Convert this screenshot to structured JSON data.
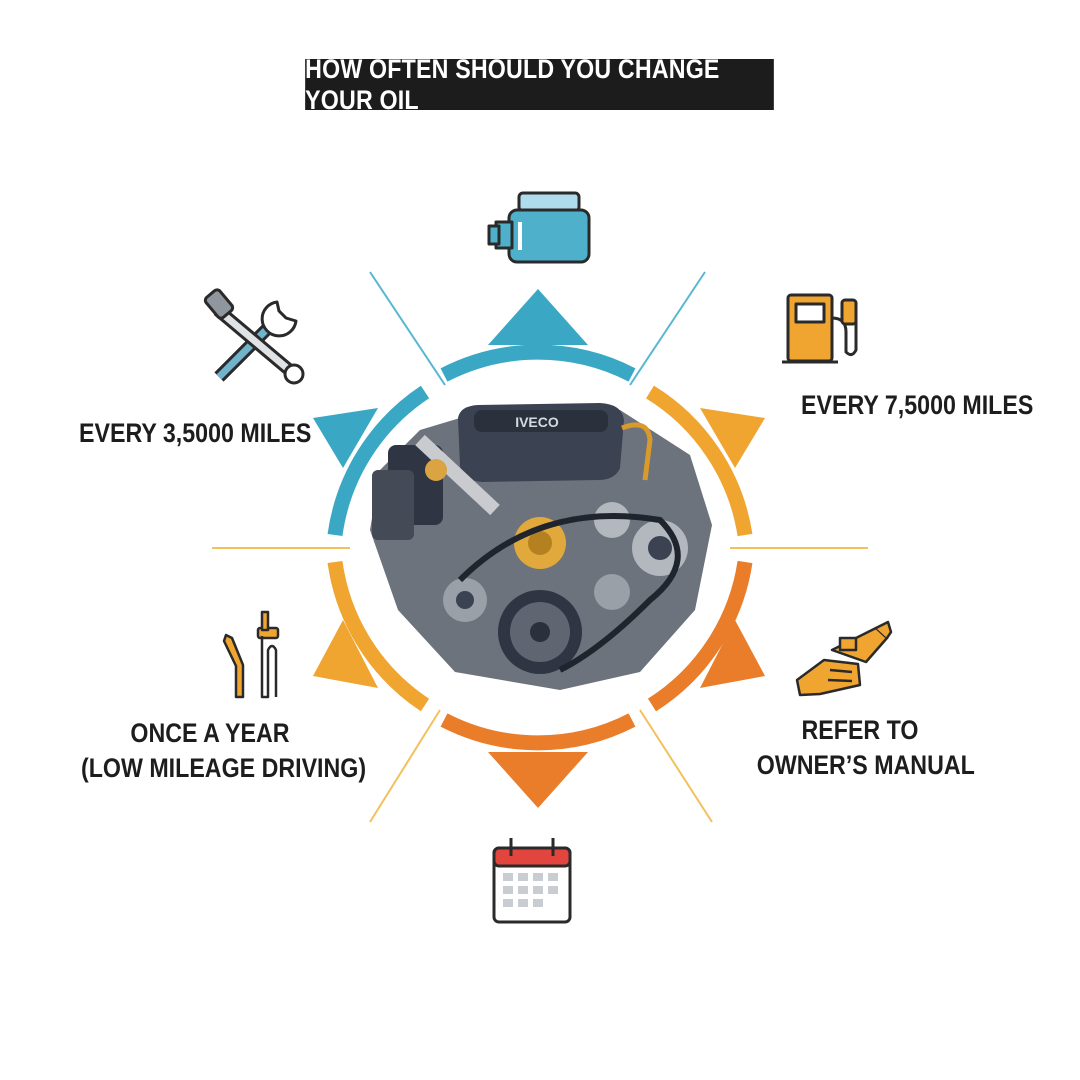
{
  "title": "HOW OFTEN SHOULD YOU CHANGE YOUR OIL",
  "engine_badge": "IVECO",
  "items": [
    {
      "label": "EVERY 3,5000 MILES",
      "icon": "wrench-screwdriver-icon"
    },
    {
      "label": "EVERY 7,5000 MILES",
      "icon": "fuel-pump-icon"
    },
    {
      "label_line1": "ONCE A YEAR",
      "label_line2": "(LOW MILEAGE DRIVING)",
      "icon": "dipstick-icon"
    },
    {
      "label_line1": "REFER TO",
      "label_line2": "OWNER’S MANUAL",
      "icon": "fuel-nozzle-hand-icon"
    }
  ],
  "top_icon": "oil-filter-icon",
  "bottom_icon": "calendar-icon",
  "colors": {
    "blue": "#3aa8c4",
    "amber": "#f0a531",
    "orange": "#ea7d2a",
    "title_bg": "#1c1c1c"
  }
}
